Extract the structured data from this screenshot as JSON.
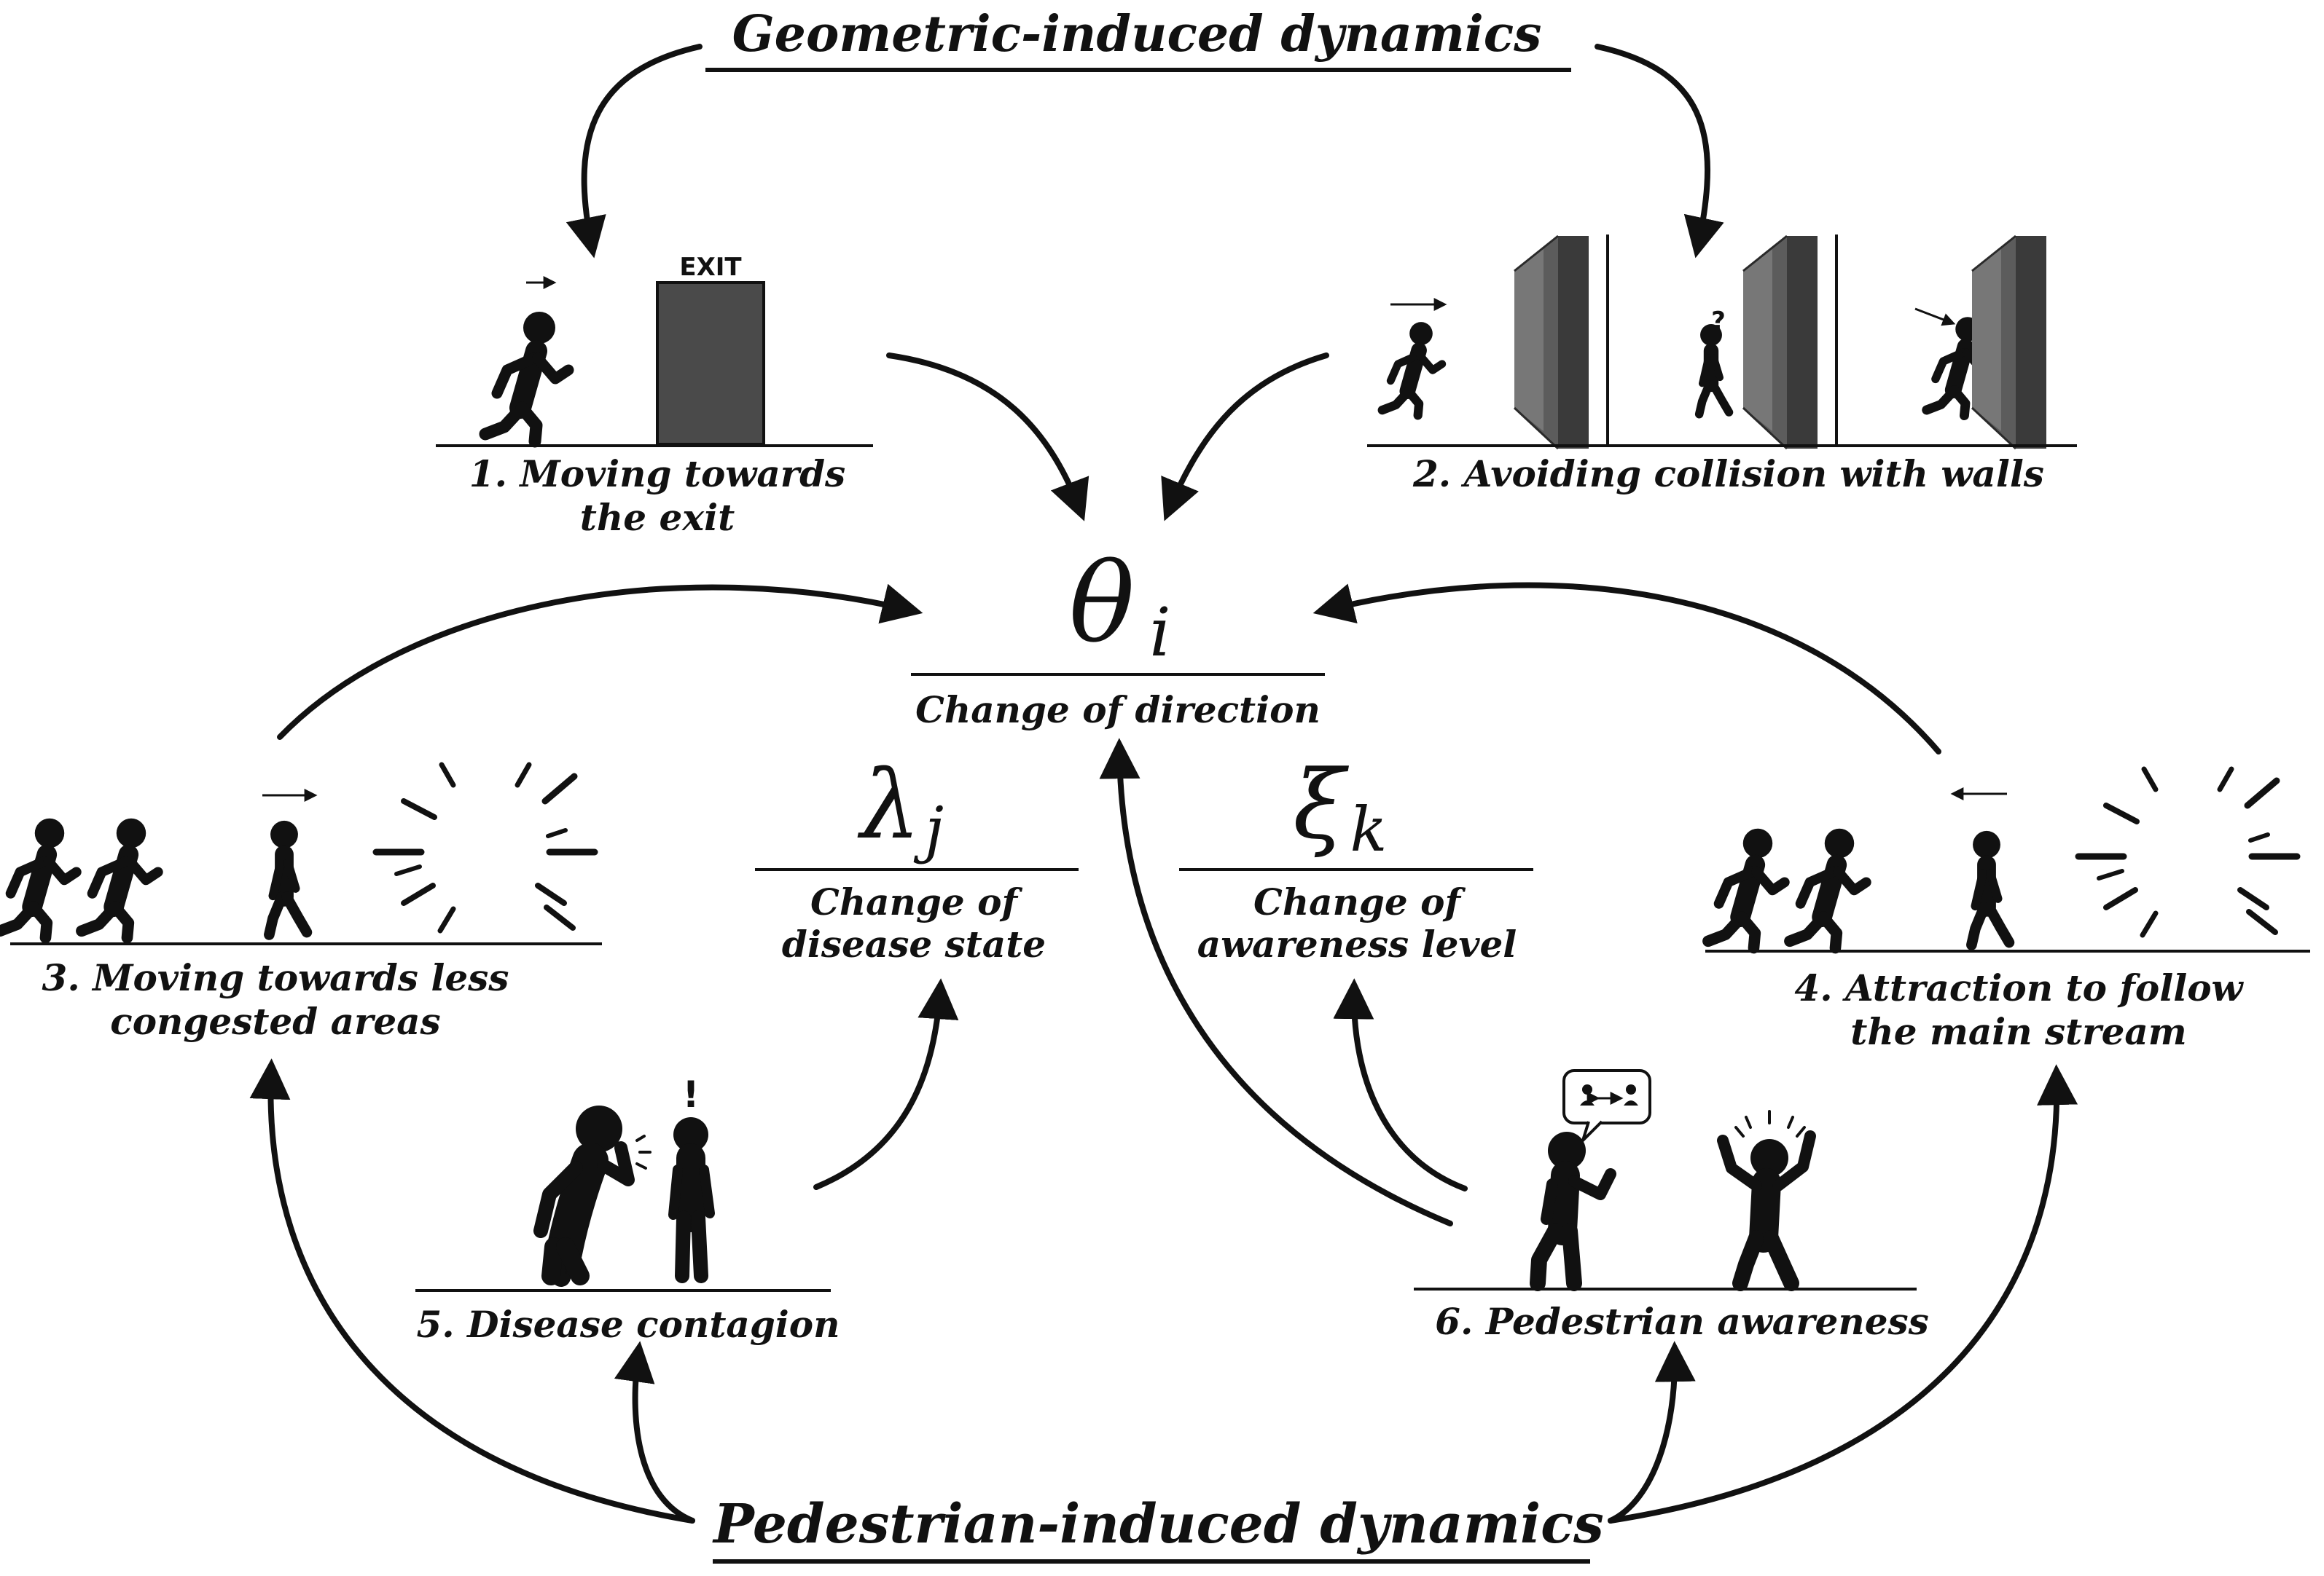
{
  "headers": {
    "top": "Geometric-induced dynamics",
    "bottom": "Pedestrian-induced dynamics"
  },
  "panels": {
    "p1": {
      "line1": "1. Moving towards",
      "line2": "the exit",
      "exit_sign": "EXIT"
    },
    "p2": {
      "label": "2. Avoiding collision with walls",
      "question": "?"
    },
    "p3": {
      "line1": "3. Moving towards less",
      "line2": "congested areas"
    },
    "p4": {
      "line1": "4. Attraction to follow",
      "line2": "the main stream"
    },
    "p5": {
      "label": "5. Disease contagion",
      "alert": "!"
    },
    "p6": {
      "label": "6. Pedestrian awareness"
    }
  },
  "center": {
    "theta_symbol": "θ",
    "theta_sub": "i",
    "theta_label": "Change of direction",
    "lambda_symbol": "λ",
    "lambda_sub": "j",
    "lambda_line1": "Change of",
    "lambda_line2": "disease state",
    "xi_symbol": "ξ",
    "xi_sub": "k",
    "xi_line1": "Change of",
    "xi_line2": "awareness level"
  },
  "icons": [
    "runner-icon",
    "walker-icon",
    "exit-door-icon",
    "wall-icon",
    "burst-icon",
    "coughing-person-icon",
    "alert-person-icon",
    "talking-person-icon",
    "speech-bubble-icon",
    "panicked-person-icon",
    "direction-arrow-icon"
  ],
  "colors": {
    "ink": "#111111",
    "wall_dark": "#3a3a3a",
    "wall_light": "#6b6b6b",
    "door": "#4a4a4a"
  }
}
